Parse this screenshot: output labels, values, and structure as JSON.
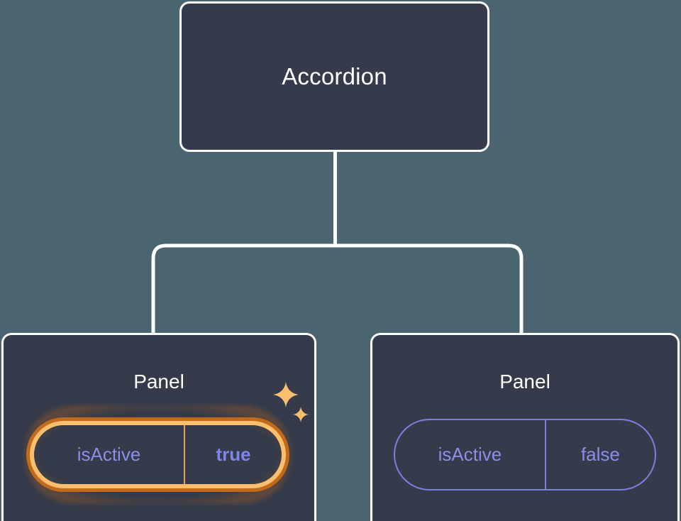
{
  "diagram": {
    "type": "component-tree",
    "background_color": "#4a6570",
    "node_fill": "#353b4a",
    "node_stroke": "#ffffff",
    "connector_color": "#ffffff",
    "root": {
      "label": "Accordion"
    },
    "children": [
      {
        "label": "Panel",
        "highlighted": true,
        "prop": {
          "key": "isActive",
          "value": "true"
        },
        "accent_outer": "#c2691a",
        "accent_inner": "#fabf6e",
        "key_color": "#8a8ee6",
        "value_color": "#8085ea",
        "sparkles": [
          {
            "name": "sparkle-large-icon"
          },
          {
            "name": "sparkle-small-icon"
          }
        ]
      },
      {
        "label": "Panel",
        "highlighted": false,
        "prop": {
          "key": "isActive",
          "value": "false"
        },
        "accent_outer": "#7b7fe0",
        "key_color": "#8a8ee6",
        "value_color": "#8a8ee6"
      }
    ]
  }
}
